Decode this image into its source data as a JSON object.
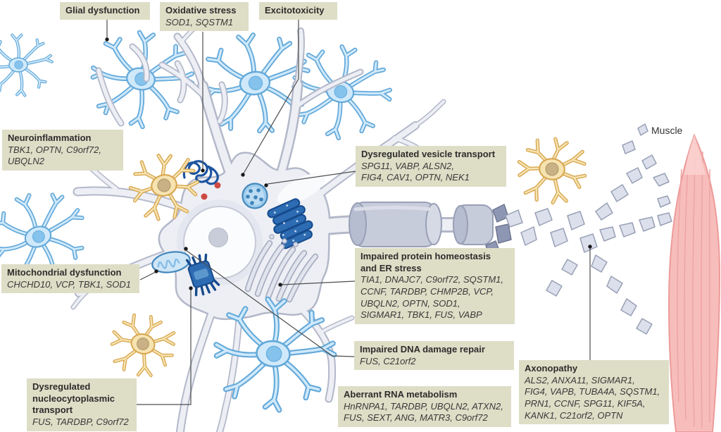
{
  "figure": {
    "callouts": [
      {
        "id": "glial",
        "title": "Glial dysfunction",
        "genes": []
      },
      {
        "id": "oxidative",
        "title": "Oxidative stress",
        "genes": [
          "SOD1, SQSTM1"
        ]
      },
      {
        "id": "excitotoxicity",
        "title": "Excitotoxicity",
        "genes": []
      },
      {
        "id": "neuroinflammation",
        "title": "Neuroinflammation",
        "genes": [
          "TBK1, OPTN, C9orf72,",
          "UBQLN2"
        ]
      },
      {
        "id": "mitochondrial",
        "title": "Mitochondrial dysfunction",
        "genes": [
          "CHCHD10, VCP, TBK1, SOD1"
        ]
      },
      {
        "id": "vesicle",
        "title": "Dysregulated vesicle transport",
        "genes": [
          "SPG11, VABP, ALSN2,",
          "FIG4, CAV1, OPTN, NEK1"
        ]
      },
      {
        "id": "proteostasis",
        "title": "Impaired protein homeostasis and ER stress",
        "genes": [
          "TIA1, DNAJC7, C9orf72, SQSTM1,",
          "CCNF, TARDBP, CHMP2B, VCP,",
          "UBQLN2, OPTN, SOD1,",
          "SIGMAR1, TBK1, FUS, VABP"
        ]
      },
      {
        "id": "dna",
        "title": "Impaired DNA damage repair",
        "genes": [
          "FUS, C21orf2"
        ]
      },
      {
        "id": "rna",
        "title": "Aberrant RNA metabolism",
        "genes": [
          "HnRNPA1, TARDBP, UBQLN2, ATXN2,",
          "FUS, SEXT, ANG, MATR3, C9orf72"
        ]
      },
      {
        "id": "nct",
        "title": "Dysregulated nucleocytoplasmic transport",
        "genes": [
          "FUS, TARDBP, C9orf72"
        ]
      },
      {
        "id": "axonopathy",
        "title": "Axonopathy",
        "genes": [
          "ALS2, ANXA11, SIGMAR1,",
          "FIG4, VAPB, TUBA4A, SQSTM1,",
          "PRN1, CCNF, SPG11, KIF5A,",
          "KANK1, C21orf2, OPTN"
        ]
      }
    ],
    "annotations": {
      "muscle": "Muscle"
    },
    "colors": {
      "callout_bg": "#deddc6",
      "text": "#2d2d2d",
      "astrocyte_fill": "#cfe9fb",
      "astrocyte_outline": "#64a9d9",
      "microglia_fill": "#f6e3b0",
      "microglia_outline": "#d7a64f",
      "neuron_fill": "#edeff5",
      "neuron_outline": "#b3b8c9",
      "aggregate_navy": "#2d6cb3",
      "vesicle_blue": "#9ecdec",
      "muscle_pink": "#f7bdbb",
      "red_dot": "#cd4a44",
      "connector": "#4d4d4d"
    }
  }
}
